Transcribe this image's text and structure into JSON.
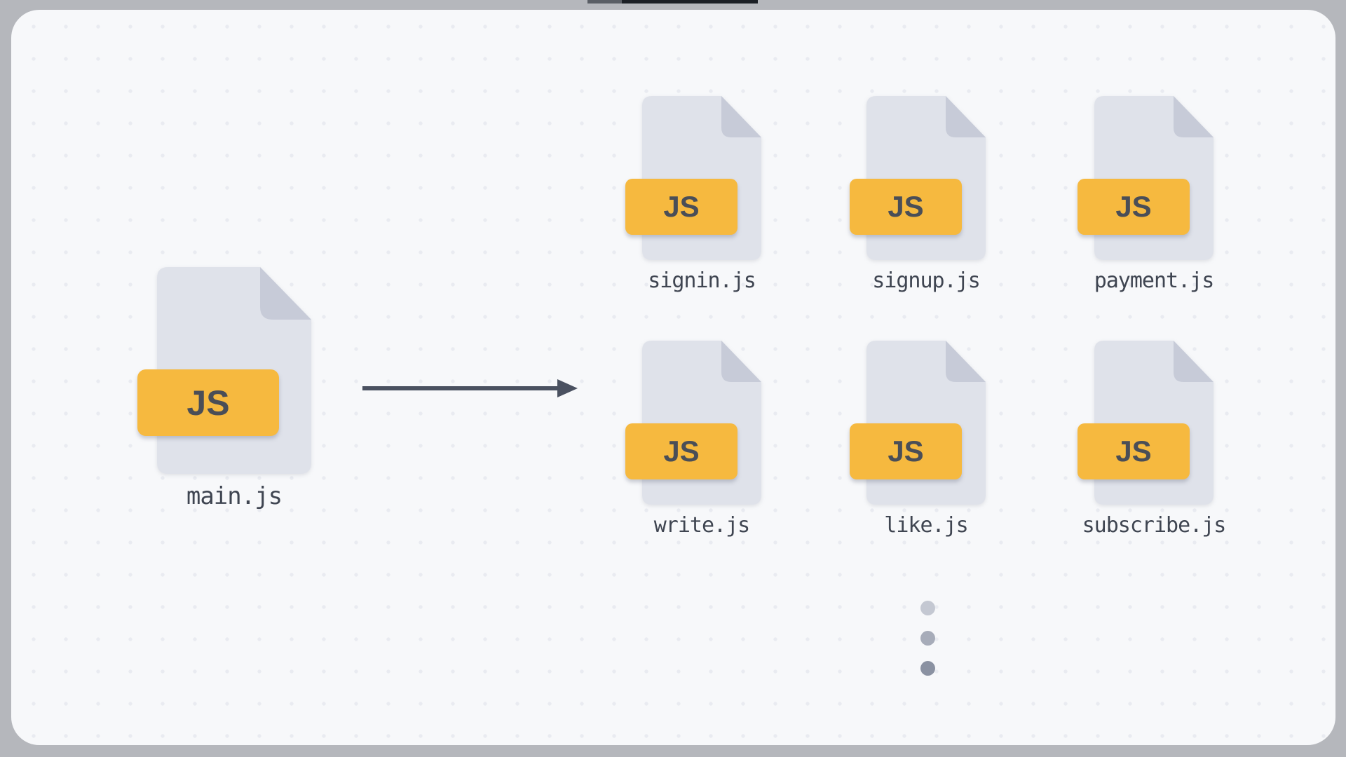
{
  "badge_label": "JS",
  "source_file": {
    "name": "main.js"
  },
  "split_files": [
    {
      "name": "signin.js"
    },
    {
      "name": "signup.js"
    },
    {
      "name": "payment.js"
    },
    {
      "name": "write.js"
    },
    {
      "name": "like.js"
    },
    {
      "name": "subscribe.js"
    }
  ],
  "colors": {
    "outer_background": "#b5b7bc",
    "panel_background": "#f7f8fa",
    "panel_dot": "#e9ebf1",
    "file_body": "#dfe2ea",
    "file_fold": "#c7cbd8",
    "badge_background": "#f6b93f",
    "badge_text": "#4a4e57",
    "label_text": "#3f4551",
    "arrow": "#4a5160",
    "ellipsis_dots": [
      "#c4c8d2",
      "#a7acb9",
      "#8b92a2"
    ],
    "top_fragment_left": "#5a5e65",
    "top_fragment_right": "#1c2026"
  }
}
